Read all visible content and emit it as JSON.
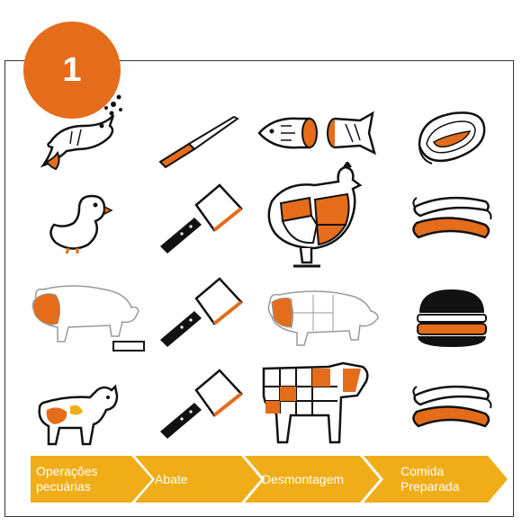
{
  "badge": {
    "number": "1",
    "color": "#e46c1a"
  },
  "colors": {
    "accent": "#e46c1a",
    "chevron": "#f0ad17",
    "chevron_text": "#ffffff"
  },
  "rows": [
    {
      "animal": "fish-icon",
      "tool": "fillet-knife-icon",
      "cut": "fish-portions-icon",
      "food": "salmon-steak-icon"
    },
    {
      "animal": "chick-icon",
      "tool": "cleaver-icon",
      "cut": "chicken-cuts-icon",
      "food": "sausages-icon"
    },
    {
      "animal": "pig-icon",
      "tool": "cleaver-icon",
      "cut": "pork-cuts-icon",
      "food": "burger-icon"
    },
    {
      "animal": "cow-icon",
      "tool": "cleaver-icon",
      "cut": "beef-cuts-icon",
      "food": "sausages-icon"
    }
  ],
  "stages": [
    {
      "label_line1": "Operações",
      "label_line2": "pecuárias"
    },
    {
      "label_line1": "Abate",
      "label_line2": ""
    },
    {
      "label_line1": "Desmontagem",
      "label_line2": ""
    },
    {
      "label_line1": "Comida",
      "label_line2": "Preparada"
    }
  ]
}
